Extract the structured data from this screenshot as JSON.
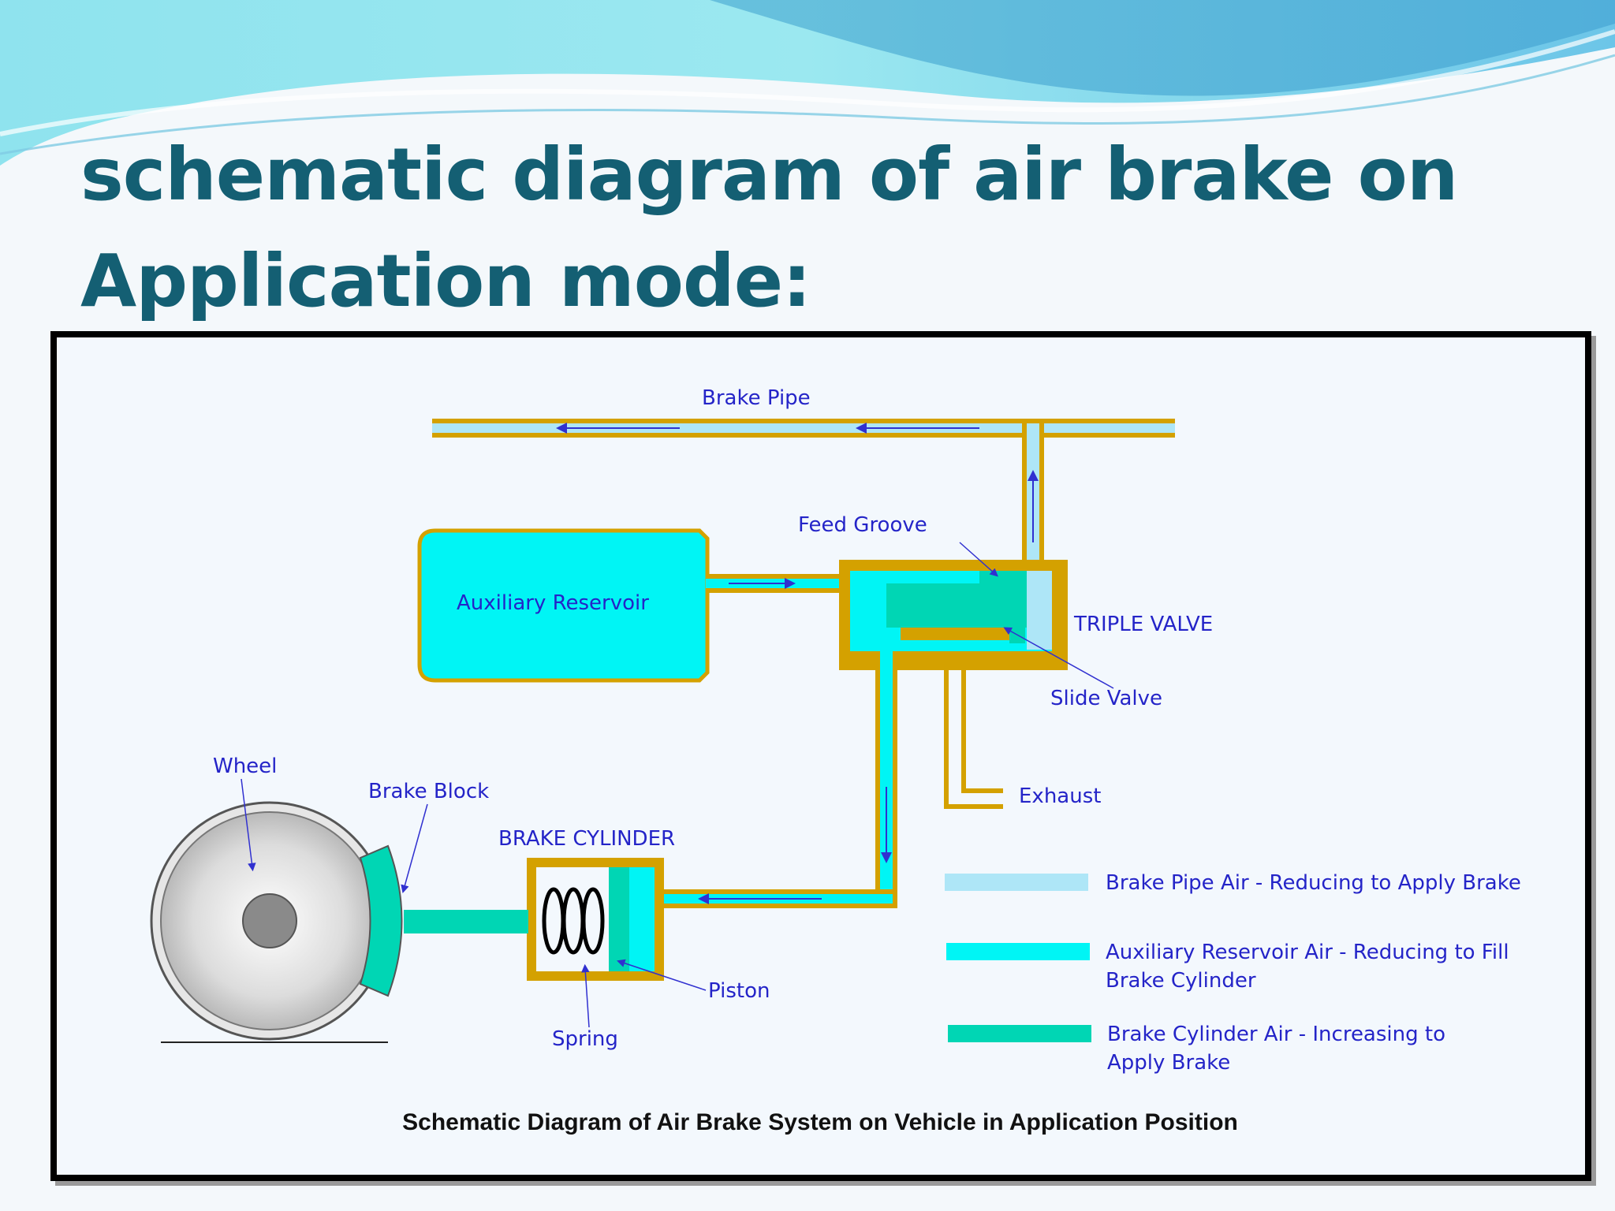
{
  "slide": {
    "title_line1": "schematic diagram of air brake on",
    "title_line2": "Application mode:"
  },
  "diagram": {
    "labels": {
      "brake_pipe": "Brake Pipe",
      "feed_groove": "Feed Groove",
      "auxiliary_reservoir": "Auxiliary Reservoir",
      "triple_valve": "TRIPLE VALVE",
      "slide_valve": "Slide Valve",
      "exhaust": "Exhaust",
      "wheel": "Wheel",
      "brake_block": "Brake Block",
      "brake_cylinder": "BRAKE CYLINDER",
      "piston": "Piston",
      "spring": "Spring"
    },
    "legend": [
      {
        "color": "#aee6f7",
        "line1": "Brake Pipe Air - Reducing to Apply Brake",
        "line2": ""
      },
      {
        "color": "#00f5f5",
        "line1": "Auxiliary Reservoir Air - Reducing to Fill",
        "line2": "Brake Cylinder"
      },
      {
        "color": "#00d6b4",
        "line1": "Brake Cylinder Air - Increasing to",
        "line2": "Apply Brake"
      }
    ],
    "caption": "Schematic Diagram of Air Brake System on Vehicle in Application Position",
    "colors": {
      "pipe_wall": "#d4a100",
      "brake_pipe_air": "#aee6f7",
      "aux_reservoir_air": "#00f5f5",
      "brake_cylinder_air": "#00d6b4",
      "arrow": "#3030d0",
      "title": "#145f73"
    }
  }
}
